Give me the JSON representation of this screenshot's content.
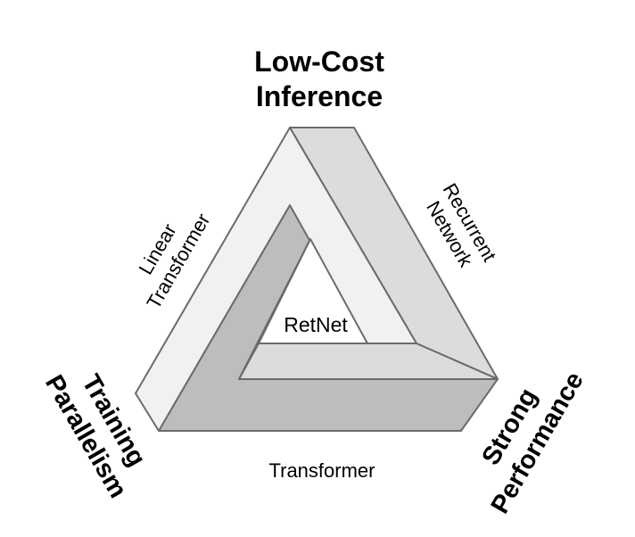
{
  "corners": {
    "top": {
      "line1": "Low-Cost",
      "line2": "Inference"
    },
    "left": {
      "line1": "Training",
      "line2": "Parallelism"
    },
    "right": {
      "line1": "Strong",
      "line2": "Performance"
    }
  },
  "edges": {
    "left": {
      "line1": "Linear",
      "line2": "Transformer"
    },
    "right": {
      "line1": "Recurrent",
      "line2": "Network"
    },
    "bottom": "Transformer"
  },
  "center_label": "RetNet",
  "colors": {
    "light": "#f1f1f1",
    "mid": "#dcdcdc",
    "dark": "#bdbdbd",
    "stroke": "#6b6b6b"
  }
}
